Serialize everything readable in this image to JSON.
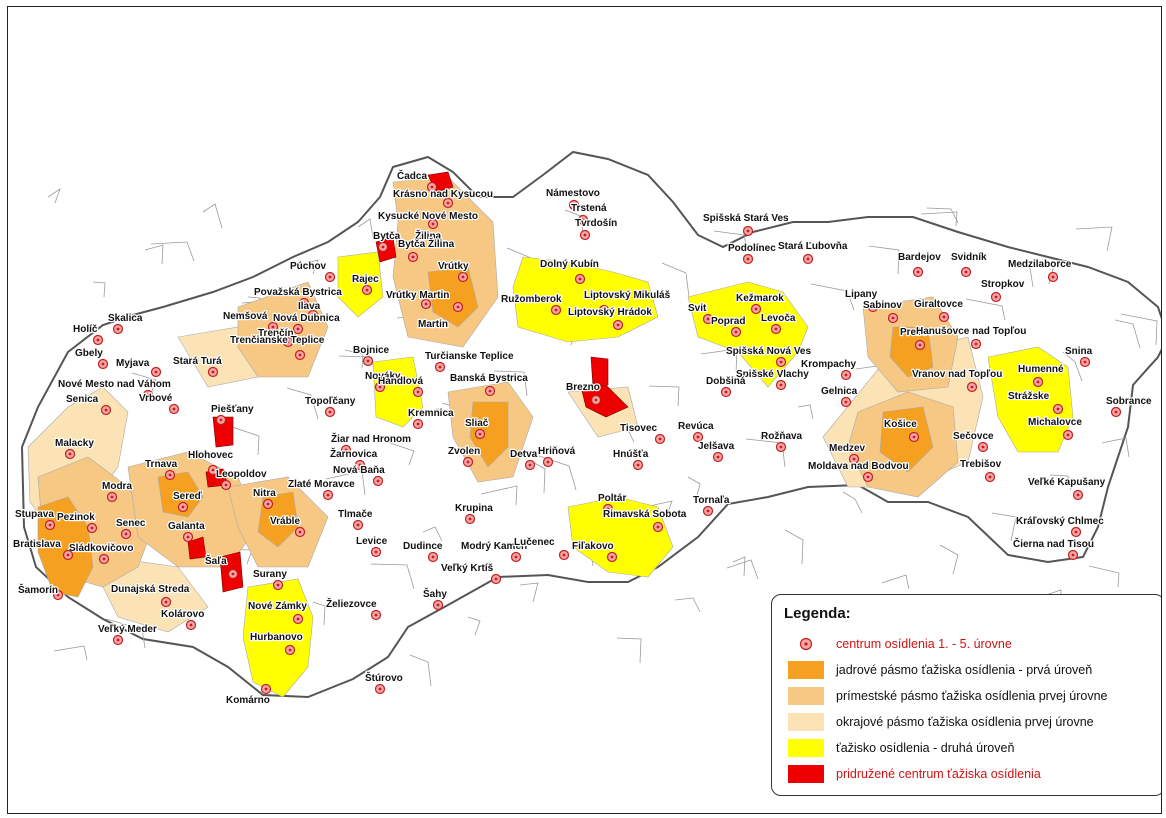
{
  "legend": {
    "title": "Legenda:",
    "items": [
      {
        "label": "centrum osídlenia 1. - 5. úrovne",
        "symbol": "red-dot",
        "color": "#d21212"
      },
      {
        "label": "jadrové pásmo ťažiska osídlenia  - prvá úroveň",
        "color": "#f5a020"
      },
      {
        "label": "prímestské pásmo ťažiska osídlenia prvej úrovne",
        "color": "#f7c883"
      },
      {
        "label": "okrajové pásmo ťažiska osídlenia prvej úrovne",
        "color": "#fbe3b6"
      },
      {
        "label": "ťažisko osídlenia - druhá úroveň",
        "color": "#ffff00"
      },
      {
        "label": "pridružené centrum ťažiska osídlenia",
        "color": "#ee0000"
      }
    ]
  },
  "cities": [
    "Čadca",
    "Krásno nad Kysucou",
    "Námestovo",
    "Trstená",
    "Tvrdošín",
    "Kysucké Nové Mesto",
    "Žilina",
    "Bytča",
    "Bytča Žilina",
    "Púchov",
    "Vrútky",
    "Považská Bystrica",
    "Rajec",
    "Ilava",
    "Vrútky Martin",
    "Martin",
    "Nemšová",
    "Nová Dubnica",
    "Trenčín",
    "Skalica",
    "Holíč",
    "Gbely",
    "Myjava",
    "Stará Turá",
    "Trenčianske Teplice",
    "Nové Mesto nad Váhom",
    "Senica",
    "Vrbové",
    "Piešťany",
    "Bojnice",
    "Nováky",
    "Handlová",
    "Turčianske Teplice",
    "Banská Bystrica",
    "Topoľčany",
    "Kremnica",
    "Žiar nad Hronom",
    "Žarnovica",
    "Sliač",
    "Zvolen",
    "Detva",
    "Hriňová",
    "Hnúšťa",
    "Malacky",
    "Modra",
    "Stupava",
    "Pezinok",
    "Senec",
    "Trnava",
    "Hlohovec",
    "Leopoldov",
    "Sereď",
    "Nitra",
    "Vráble",
    "Galanta",
    "Šaľa",
    "Sládkovičovo",
    "Bratislava",
    "Šamorín",
    "Dunajská Streda",
    "Kolárovo",
    "Veľký Meder",
    "Surany",
    "Nové Zámky",
    "Hurbanovo",
    "Komárno",
    "Želiezovce",
    "Štúrovo",
    "Levice",
    "Tlmače",
    "Zlaté Moravce",
    "Nová Baňa",
    "Krupina",
    "Dudince",
    "Šahy",
    "Modrý Kameň",
    "Veľký Krtíš",
    "Lučenec",
    "Fiľakovo",
    "Poltár",
    "Rimavská Sobota",
    "Tornaľa",
    "Tisovec",
    "Revúca",
    "Jelšava",
    "Brezno",
    "Dolný Kubín",
    "Ružomberok",
    "Liptovský Mikuláš",
    "Liptovský Hrádok",
    "Spišská Stará Ves",
    "Podolínec",
    "Stará Ľubovňa",
    "Kežmarok",
    "Svit",
    "Poprad",
    "Levoča",
    "Spišská Nová Ves",
    "Spišské Vlachy",
    "Dobšiná",
    "Rožňava",
    "Krompachy",
    "Gelnica",
    "Bardejov",
    "Svidník",
    "Medzilaborce",
    "Stropkov",
    "Lipany",
    "Sabinov",
    "Giraltovce",
    "Prešov",
    "Hanušovce nad Topľou",
    "Vranov nad Topľou",
    "Humenné",
    "Snina",
    "Strážske",
    "Michalovce",
    "Sobrance",
    "Košice",
    "Medzev",
    "Moldava nad Bodvou",
    "Sečovce",
    "Trebišov",
    "Veľké Kapušany",
    "Kráľovský Chlmec",
    "Čierna nad Tisou"
  ]
}
